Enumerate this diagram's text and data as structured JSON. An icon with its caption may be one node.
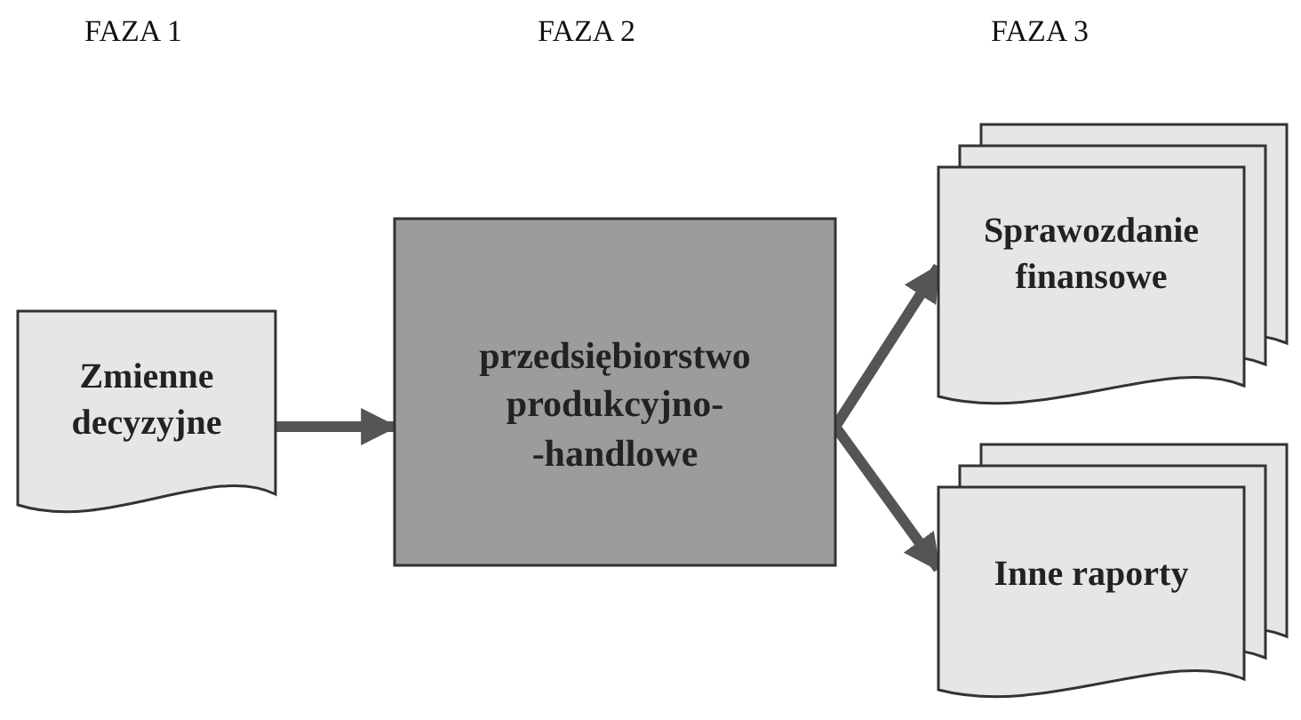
{
  "diagram": {
    "nodes": [
      {
        "text": [
          "Zmienne decyzyjne"
        ]
      },
      {
        "text": [
          "przedsiębiorstwo produkcyjno- -handlowe"
        ]
      },
      {
        "text": [
          "Sprawozdanie finansowe"
        ]
      },
      {
        "text": [
          "Inne raporty"
        ]
      }
    ],
    "edges": [
      {
        "from": 0,
        "to": 1,
        "arrow": "to"
      },
      {
        "from": 1,
        "to": 2,
        "arrow": "to"
      },
      {
        "from": 1,
        "to": 3,
        "arrow": "to"
      }
    ],
    "labels": [
      "FAZA 1",
      "FAZA 2",
      "FAZA 3"
    ]
  }
}
